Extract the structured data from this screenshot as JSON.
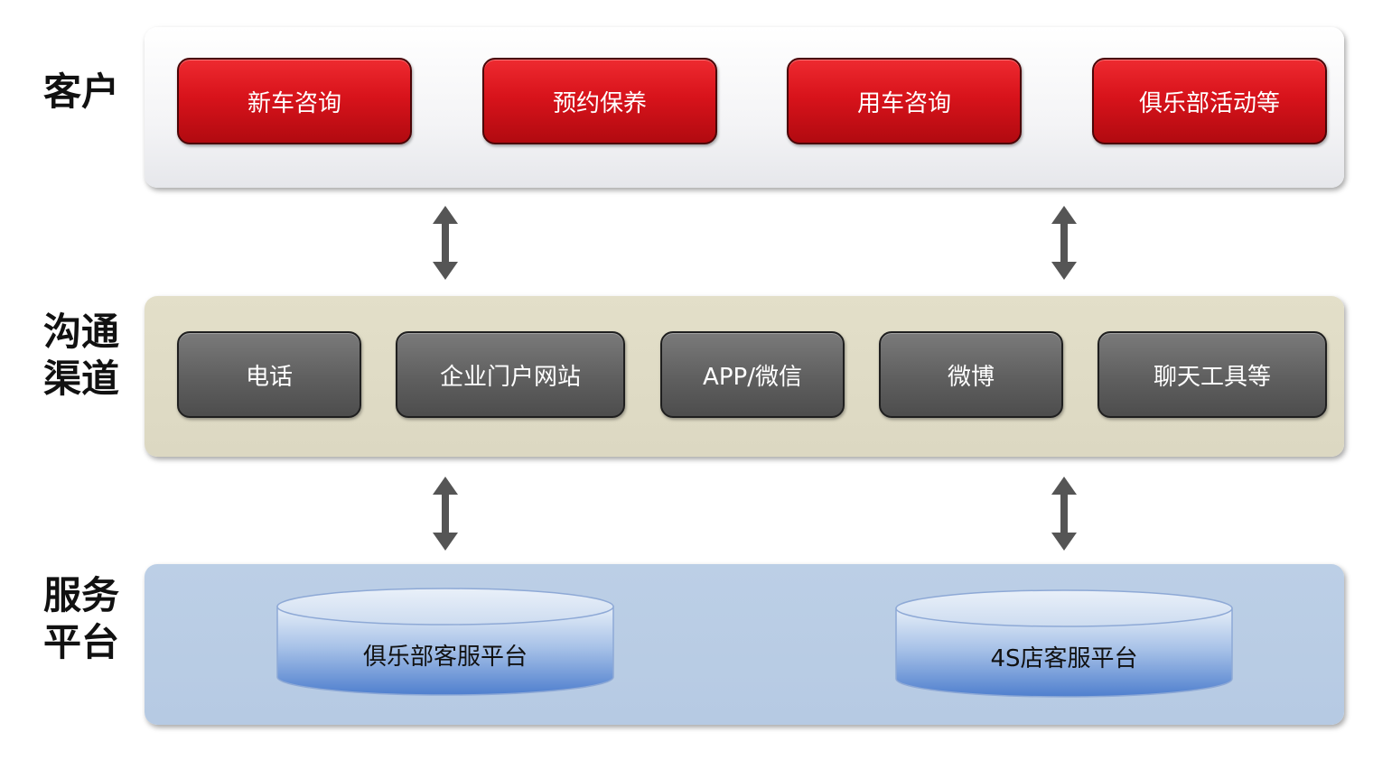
{
  "rows": {
    "customer": {
      "label": "客户"
    },
    "channels": {
      "label": "沟通\n渠道"
    },
    "platform": {
      "label": "服务\n平台"
    }
  },
  "customer_items": [
    "新车咨询",
    "预约保养",
    "用车咨询",
    "俱乐部活动等"
  ],
  "channel_items": [
    "电话",
    "企业门户网站",
    "APP/微信",
    "微博",
    "聊天工具等"
  ],
  "platform_items": [
    "俱乐部客服平台",
    "4S店客服平台"
  ],
  "colors": {
    "customer_button": "#d8131b",
    "channel_button": "#5f5f5f",
    "arrow": "#555555",
    "platform_band": "#b6cae3",
    "channel_band": "#dcd8c2"
  }
}
